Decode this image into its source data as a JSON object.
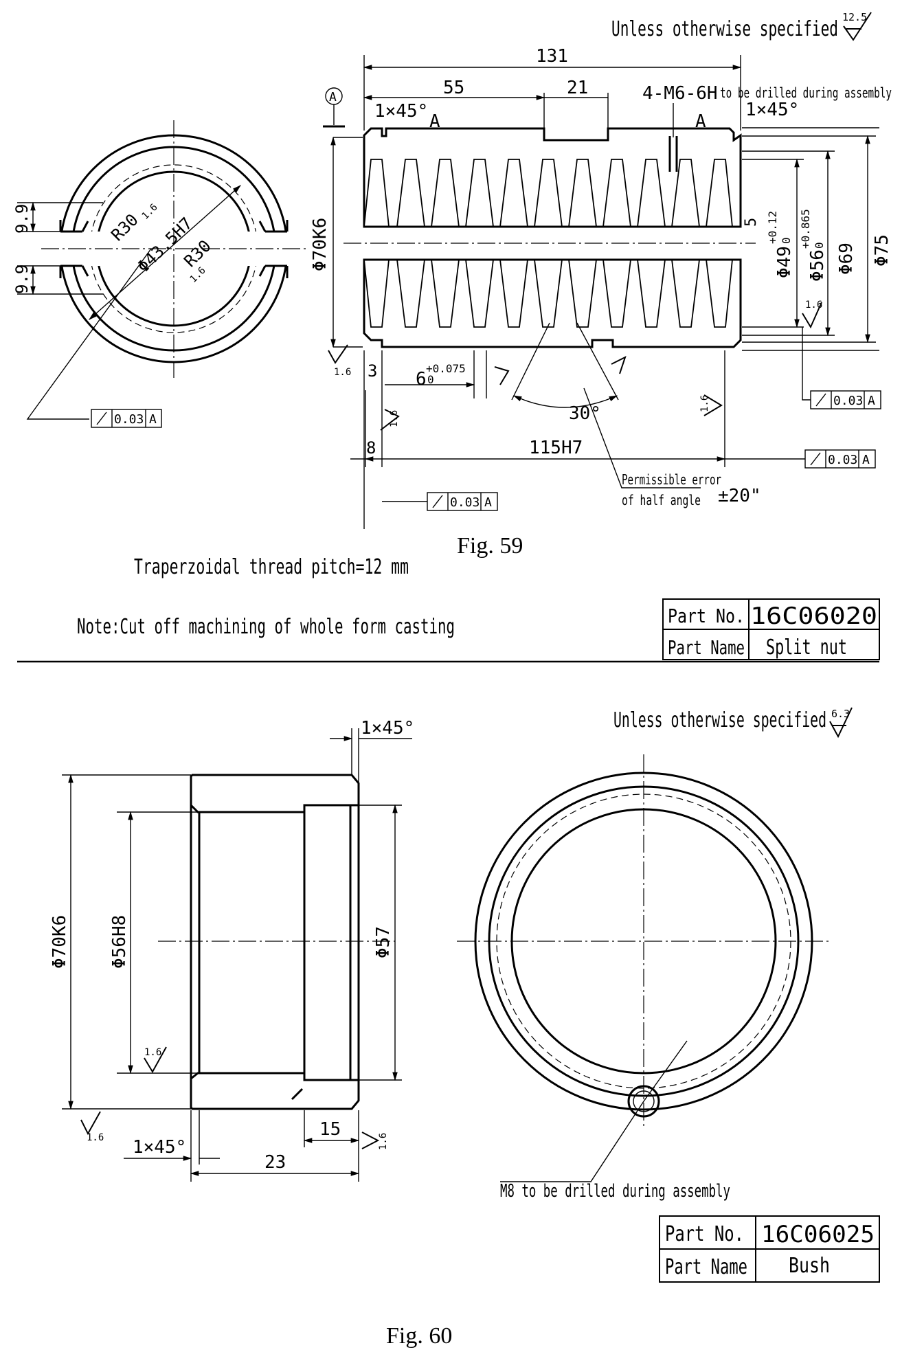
{
  "fig59": {
    "spec_note": "Unless otherwise specified",
    "spec_roughness": "12.5",
    "caption": "Fig. 59",
    "pitch_note": "Traperzoidal thread pitch=12 mm",
    "casting_note": "Note:Cut off machining of whole form casting",
    "datum_A": "A",
    "dims": {
      "total_len": "131",
      "len_55": "55",
      "len_21": "21",
      "holes": "4-M6-6H",
      "holes_note": "to be drilled during assembly",
      "chamfer_left": "1×45°",
      "chamfer_right": "1×45°",
      "a_left": "A",
      "a_right": "A",
      "dia_70": "Φ70K6",
      "dia_49": "Φ49",
      "dia_49_tol": "+0.12",
      "dia_49_tol_low": "0",
      "dia_56": "Φ56",
      "dia_56_tol": "+0.865",
      "dia_56_tol_low": "0",
      "dia_69": "Φ69",
      "dia_75": "Φ75",
      "five": "5",
      "three": "3",
      "six": "6",
      "six_tol": "+0.075",
      "six_tol_low": "0",
      "angle": "30°",
      "eight": "8",
      "len_115": "115H7",
      "half_angle_1": "Permissible error",
      "half_angle_2": "of half angle",
      "half_angle_val": "±20\"",
      "r30_a": "R30",
      "r30_b": "R30",
      "dia_435": "Φ43.5H7",
      "h_99_a": "9.9",
      "h_99_b": "9.9",
      "rough_16": "1.6"
    },
    "tolerance_frames": [
      {
        "value": "0.03",
        "datum": "A"
      },
      {
        "value": "0.03",
        "datum": "A"
      },
      {
        "value": "0.03",
        "datum": "A"
      },
      {
        "value": "0.03",
        "datum": "A"
      }
    ],
    "title_block": {
      "part_no_label": "Part No.",
      "part_no": "16C06020",
      "part_name_label": "Part Name",
      "part_name": "Split nut"
    }
  },
  "fig60": {
    "spec_note": "Unless otherwise specified",
    "spec_roughness": "6.3",
    "caption": "Fig. 60",
    "dims": {
      "chamfer_top": "1×45°",
      "chamfer_bottom": "1×45°",
      "dia_70": "Φ70K6",
      "dia_56": "Φ56H8",
      "dia_57": "Φ57",
      "len_15": "15",
      "len_23": "23",
      "m8_note": "M8 to be drilled during assembly",
      "rough_16": "1.6"
    },
    "title_block": {
      "part_no_label": "Part No.",
      "part_no": "16C06025",
      "part_name_label": "Part Name",
      "part_name": "Bush"
    }
  }
}
